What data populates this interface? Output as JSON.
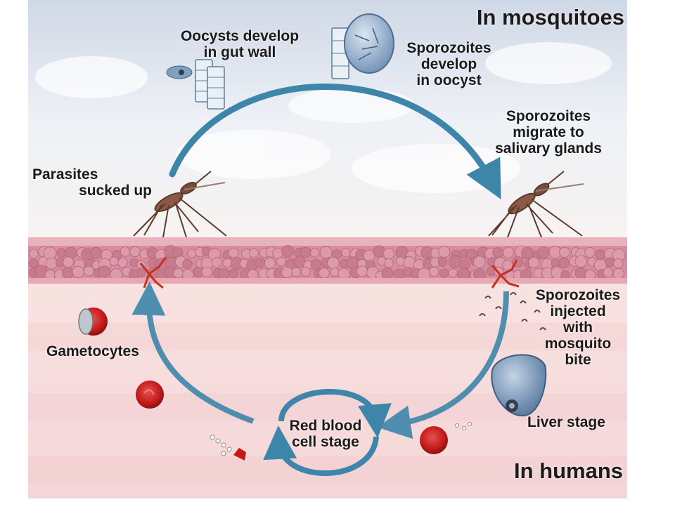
{
  "sections": {
    "mosquito_title": "In mosquitoes",
    "human_title": "In humans"
  },
  "labels": {
    "oocysts": [
      "Oocysts develop",
      "in gut wall"
    ],
    "sporozoites_develop": [
      "Sporozoites",
      "develop",
      "in oocyst"
    ],
    "sporozoites_migrate": [
      "Sporozoites",
      "migrate to",
      "salivary glands"
    ],
    "parasites_sucked": [
      "Parasites",
      "sucked up"
    ],
    "sporozoites_injected": [
      "Sporozoites",
      "injected",
      "with",
      "mosquito",
      "bite"
    ],
    "gametocytes": "Gametocytes",
    "liver_stage": "Liver stage",
    "red_blood_cell_stage": [
      "Red blood",
      "cell stage"
    ]
  },
  "colors": {
    "sky": "#dfe6ef",
    "skin": "#f4d3d6",
    "tissue": "#d58d9f",
    "arrow": "#3d86aa",
    "rbc": "#cc1e1e",
    "liver": "#6f8fb3"
  }
}
